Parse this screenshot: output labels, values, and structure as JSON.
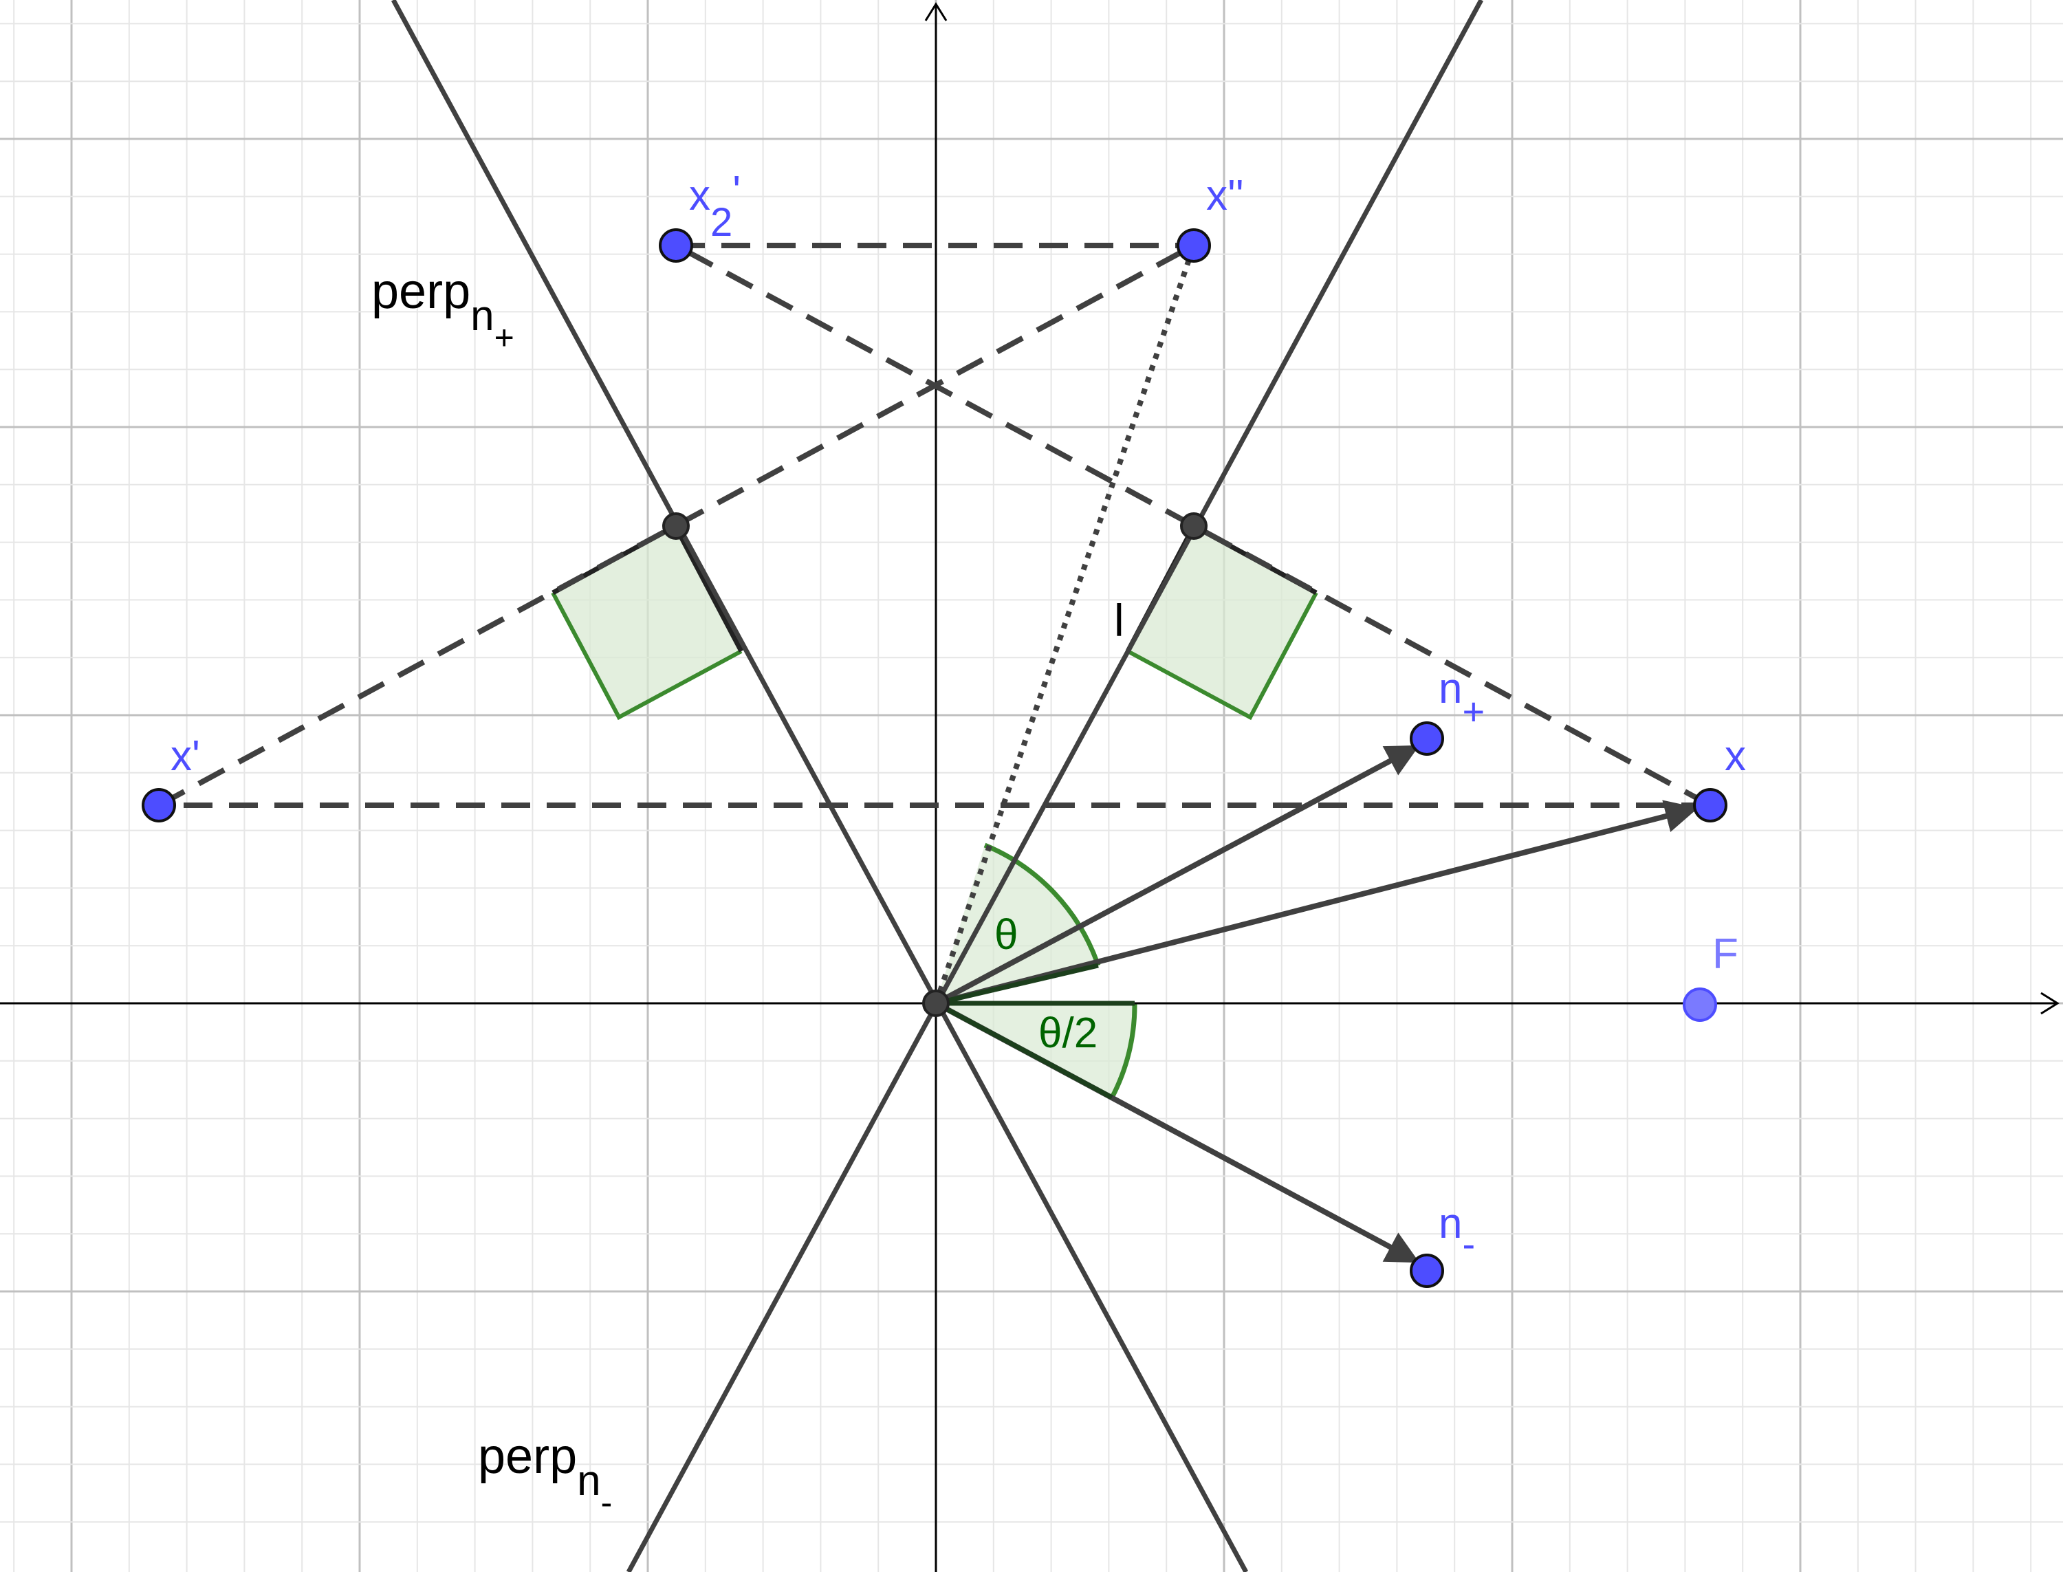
{
  "diagram": {
    "grid": true,
    "axes": true,
    "labels": {
      "perp_plus": {
        "main": "perp",
        "sub": "n",
        "subsub": "+"
      },
      "perp_minus": {
        "main": "perp",
        "sub": "n",
        "subsub": "-"
      },
      "l": "l",
      "theta": "θ",
      "half_theta": "θ/2"
    },
    "points": {
      "x": {
        "label": "x",
        "main": "x",
        "sub": ""
      },
      "x_prime": {
        "label": "x'",
        "main": "x'",
        "sub": ""
      },
      "x2_prime": {
        "label": "x2'",
        "main": "x",
        "sub": "2",
        "tail": "'"
      },
      "x_double_prime": {
        "label": "x''",
        "main": "x''",
        "sub": ""
      },
      "n_plus": {
        "label": "n+",
        "main": "n",
        "sub": "+"
      },
      "n_minus": {
        "label": "n-",
        "main": "n",
        "sub": "-"
      },
      "F": {
        "label": "F",
        "main": "F",
        "sub": ""
      }
    },
    "colors": {
      "point": "#4d4dff",
      "line": "#404040",
      "angle": "#006400",
      "right_angle_fill": "#d9ead3",
      "right_angle_stroke": "#3b8a2e",
      "grid_major": "#c0c0c0",
      "grid_minor": "#e6e6e6"
    }
  }
}
